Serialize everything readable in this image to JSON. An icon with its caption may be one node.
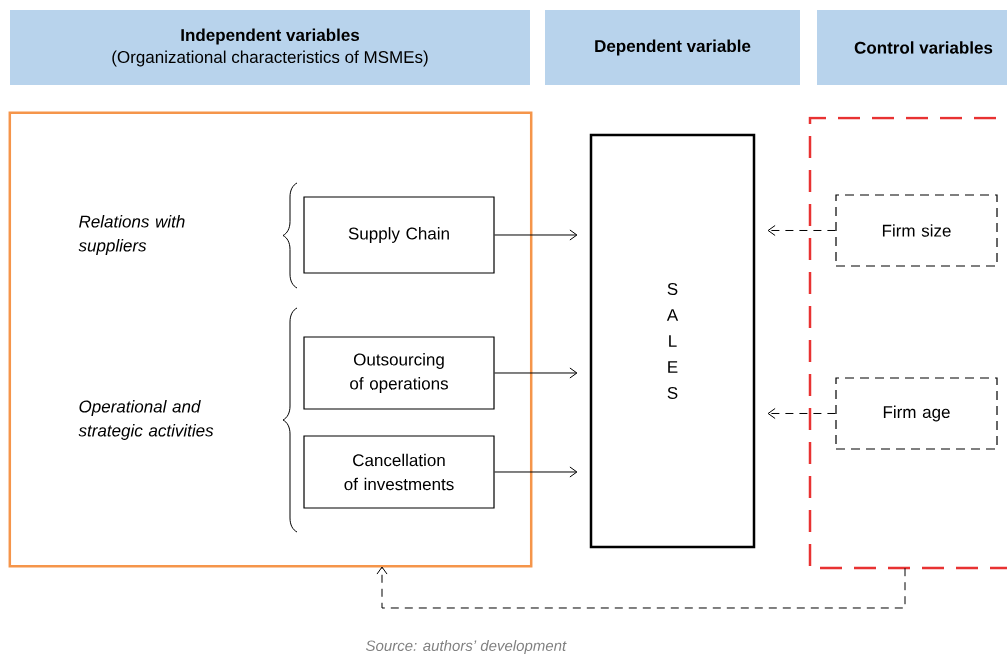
{
  "diagram": {
    "caption": "Source: authors’ development",
    "nodes": [
      {
        "text": [
          "Independent variables",
          "(Organizational characteristics of MSMEs)"
        ]
      },
      {
        "text": [
          "Dependent variable"
        ]
      },
      {
        "text": [
          "Control variables"
        ]
      },
      {
        "text": [],
        "shape": "box"
      },
      {
        "text": [
          "Supply Chain"
        ],
        "in": 3
      },
      {
        "text": [
          "Outsourcing of operations"
        ],
        "in": 3
      },
      {
        "text": [
          "Cancellation of investments"
        ],
        "in": 3
      },
      {
        "text": [
          "S A L E S"
        ]
      },
      {
        "text": [],
        "shape": "box"
      },
      {
        "text": [
          "Firm size"
        ],
        "in": 8
      },
      {
        "text": [
          "Firm age"
        ],
        "in": 8
      }
    ],
    "edges": [
      {
        "from": 4,
        "to": 7,
        "arrow": "to"
      },
      {
        "from": 5,
        "to": 7,
        "arrow": "to"
      },
      {
        "from": 6,
        "to": 7,
        "arrow": "to"
      },
      {
        "from": 9,
        "to": 7,
        "arrow": "to",
        "style": "dashed"
      },
      {
        "from": 10,
        "to": 7,
        "arrow": "to",
        "style": "dashed"
      },
      {
        "from": 8,
        "to": 3,
        "arrow": "to",
        "style": "dashed"
      }
    ],
    "labels": [
      "Relations with suppliers",
      "Operational and strategic activities"
    ]
  }
}
